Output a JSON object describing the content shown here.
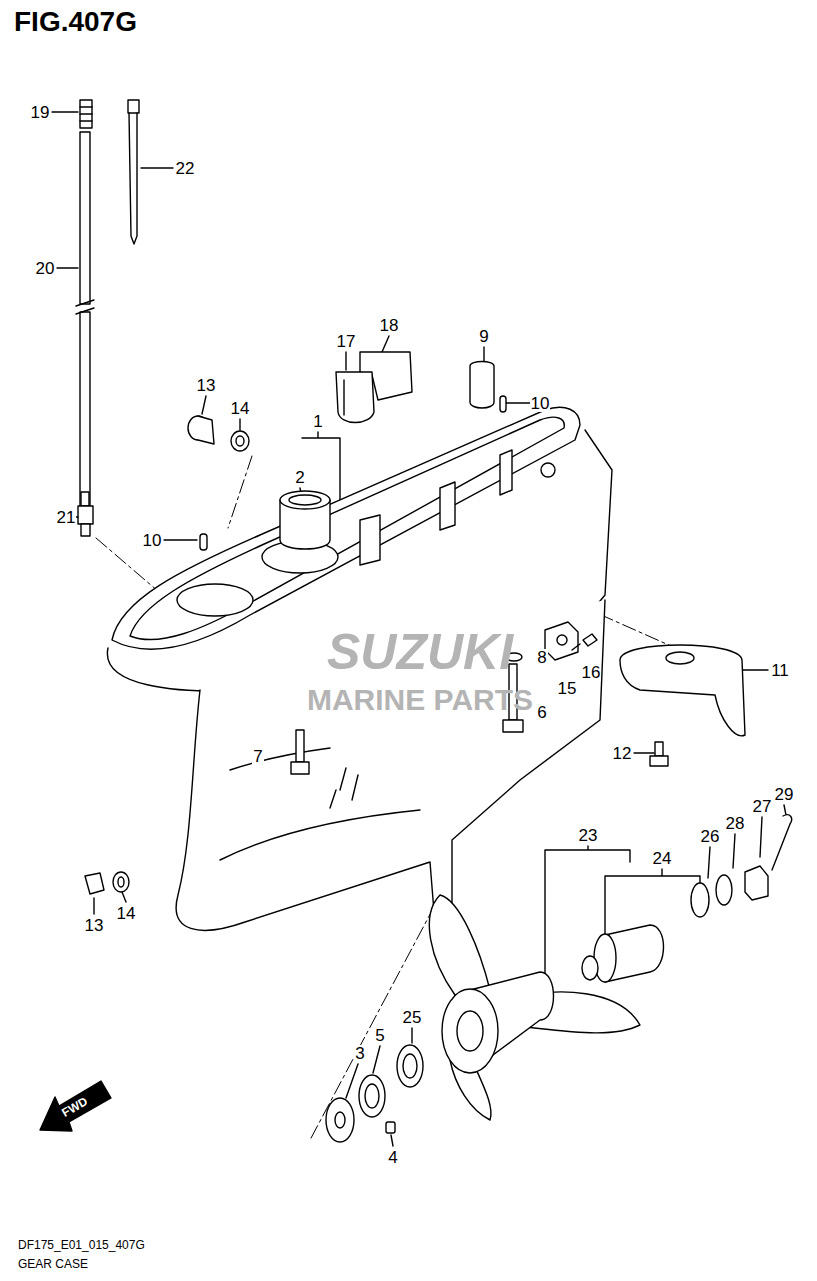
{
  "diagram": {
    "title": "FIG.407G",
    "labels": [
      "19",
      "22",
      "20",
      "18",
      "17",
      "9",
      "13",
      "10",
      "14",
      "1",
      "2",
      "21",
      "10",
      "SUZUKI",
      "8",
      "16",
      "11",
      "15",
      "MARINE PARTS",
      "6",
      "7",
      "12",
      "29",
      "23",
      "27",
      "28",
      "26",
      "24",
      "13",
      "14",
      "25",
      "5",
      "3",
      "FWD",
      "4",
      "DF175_E01_015_407G",
      "GEAR CASE"
    ]
  }
}
